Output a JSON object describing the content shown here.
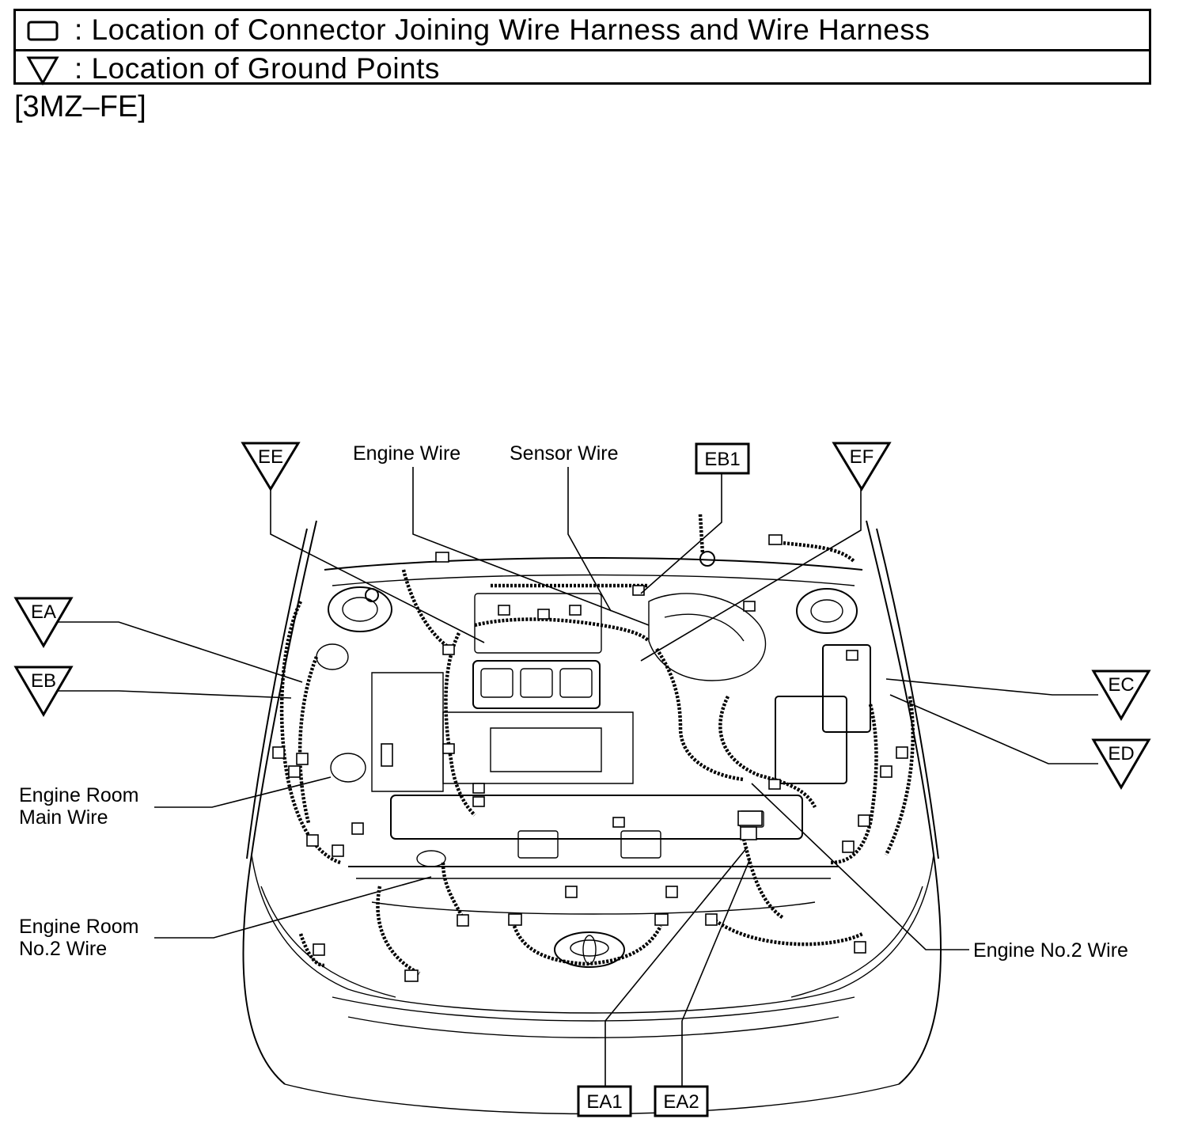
{
  "legend": {
    "connector_text": ": Location of Connector Joining Wire Harness and Wire Harness",
    "ground_text": ": Location of Ground Points",
    "connector_icon": "rectangle-icon",
    "ground_icon": "triangle-down-icon"
  },
  "engine_code": "[3MZ–FE]",
  "wires": {
    "engine_wire": "Engine Wire",
    "sensor_wire": "Sensor Wire",
    "engine_room_main_1": "Engine Room",
    "engine_room_main_2": "Main Wire",
    "engine_room_no2_1": "Engine Room",
    "engine_room_no2_2": "No.2 Wire",
    "engine_no2_wire": "Engine No.2 Wire"
  },
  "grounds": {
    "ee": "EE",
    "ef": "EF",
    "ea": "EA",
    "eb": "EB",
    "ec": "EC",
    "ed": "ED"
  },
  "connectors": {
    "eb1": "EB1",
    "ea1": "EA1",
    "ea2": "EA2"
  }
}
